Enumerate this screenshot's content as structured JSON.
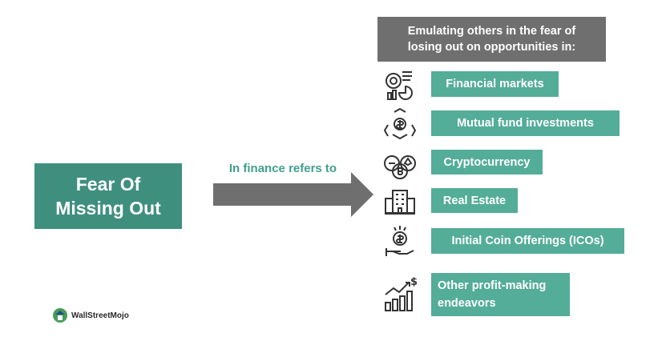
{
  "main": {
    "line1": "Fear Of",
    "line2": "Missing Out"
  },
  "arrow": {
    "label": "In finance refers to"
  },
  "header": {
    "line1": "Emulating others in the fear of",
    "line2": "losing out on opportunities in:"
  },
  "items": [
    {
      "label": "Financial markets",
      "icon": "financial-chart-icon"
    },
    {
      "label": "Mutual fund investments",
      "icon": "mutual-fund-icon"
    },
    {
      "label": "Cryptocurrency",
      "icon": "crypto-coins-icon"
    },
    {
      "label": "Real Estate",
      "icon": "building-icon"
    },
    {
      "label": "Initial Coin Offerings (ICOs)",
      "icon": "coin-hand-icon"
    },
    {
      "label_line1": "Other profit-making",
      "label_line2": "endeavors",
      "icon": "growth-chart-icon"
    }
  ],
  "logo": {
    "text": "WallStreetMojo"
  },
  "colors": {
    "primary": "#3f8f7f",
    "item": "#54ad98",
    "header": "#6f6f6f",
    "arrow": "#6f6f6f",
    "label": "#3f9f8c"
  }
}
